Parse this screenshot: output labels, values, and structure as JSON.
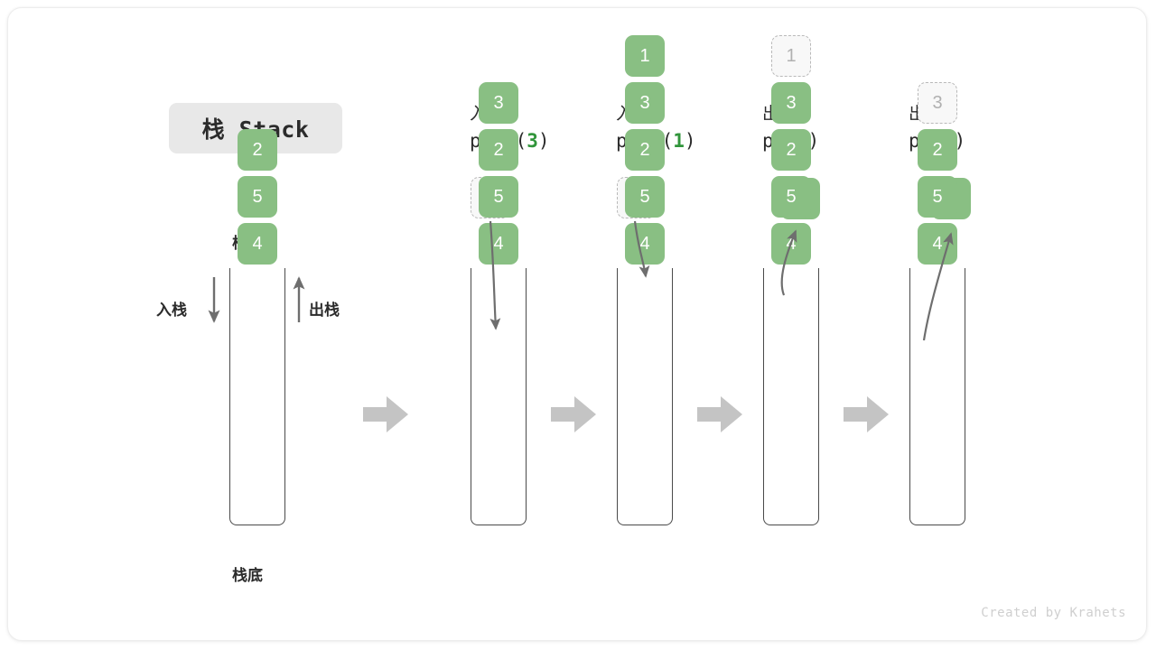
{
  "title": {
    "text": "栈 Stack"
  },
  "labels": {
    "top": "栈顶",
    "bottom": "栈底",
    "push": "入栈",
    "pop": "出栈"
  },
  "colors": {
    "cell_green": "#89bf83",
    "ghost_fill": "#f8f8f8",
    "ghost_border": "#b9b9b9",
    "accent_number_green": "#31953b",
    "arrow_gray": "#c4c4c4",
    "wall_dark": "#4a4a4a",
    "title_chip_bg": "#e8e8e8"
  },
  "columns": [
    {
      "id": "initial",
      "header_cn": "",
      "header_code": "",
      "cells": [
        "4",
        "5",
        "2"
      ],
      "ghost_index": -1,
      "float_box": null
    },
    {
      "id": "push-3",
      "header_cn": "入栈",
      "header_code_prefix": "push(",
      "header_code_num": "3",
      "header_code_suffix": ")",
      "cells": [
        "4",
        "5",
        "2",
        "3"
      ],
      "ghost_index": -1,
      "float_box": {
        "value": "3",
        "style": "ghost"
      }
    },
    {
      "id": "push-1",
      "header_cn": "入栈",
      "header_code_prefix": "push(",
      "header_code_num": "1",
      "header_code_suffix": ")",
      "cells": [
        "4",
        "5",
        "2",
        "3",
        "1"
      ],
      "ghost_index": -1,
      "float_box": {
        "value": "1",
        "style": "ghost"
      }
    },
    {
      "id": "pop-1",
      "header_cn": "出栈",
      "header_code_prefix": "pop(",
      "header_code_num": "",
      "header_code_suffix": ")",
      "cells": [
        "4",
        "5",
        "2",
        "3",
        "1"
      ],
      "ghost_index": 4,
      "float_box": {
        "value": "1",
        "style": "solid"
      }
    },
    {
      "id": "pop-3",
      "header_cn": "出栈",
      "header_code_prefix": "pop(",
      "header_code_num": "",
      "header_code_suffix": ")",
      "cells": [
        "4",
        "5",
        "2",
        "3"
      ],
      "ghost_index": 3,
      "float_box": {
        "value": "3",
        "style": "solid"
      }
    }
  ],
  "footer": {
    "credit": "Created by Krahets"
  }
}
